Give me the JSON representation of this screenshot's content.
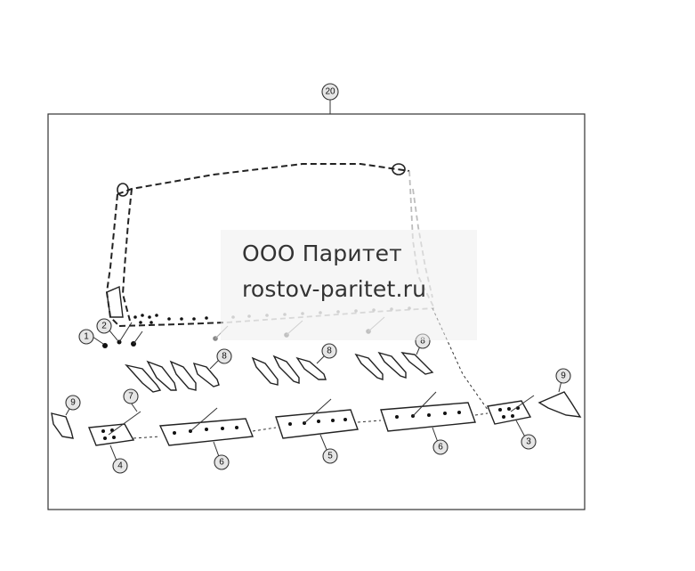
{
  "watermark": {
    "line1": "ООО Паритет",
    "line2": "rostov-paritet.ru"
  },
  "callouts": {
    "assembly": "20",
    "c1": "1",
    "c2": "2",
    "c3": "3",
    "c4": "4",
    "c5": "5",
    "c6a": "6",
    "c6b": "6",
    "c7": "7",
    "c8a": "8",
    "c8b": "8",
    "c8c": "8",
    "c9a": "9",
    "c9b": "9"
  }
}
